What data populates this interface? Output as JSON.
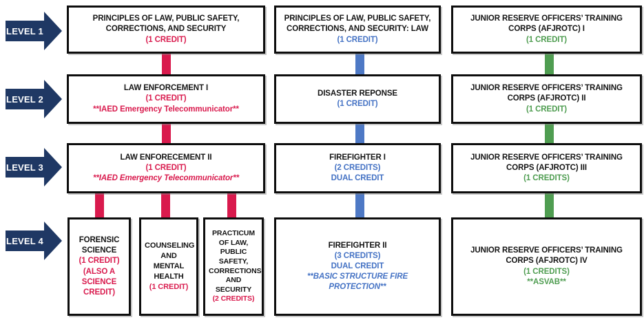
{
  "palette": {
    "background": "#FFFFFF",
    "navy": "#1F3864",
    "red": "#D91A4D",
    "blue": "#4472C4",
    "conn_blue": "#4E79C5",
    "green": "#4F9D51"
  },
  "levels": [
    "LEVEL 1",
    "LEVEL 2",
    "LEVEL 3",
    "LEVEL 4"
  ],
  "boxes": {
    "law1": {
      "title": "PRINCIPLES OF LAW, PUBLIC SAFETY, CORRECTIONS, AND SECURITY",
      "credit": "(1 CREDIT)"
    },
    "law2": {
      "title": "LAW ENFORCEMENT I",
      "credit": "(1 CREDIT)",
      "cert": "**IAED Emergency Telecommunicator**"
    },
    "law3": {
      "title": "LAW ENFORECEMENT II",
      "credit": "(1 CREDIT)",
      "cert": "**IAED Emergency Telecommunicator**"
    },
    "forensic": {
      "title": "FORENSIC SCIENCE",
      "credit": "(1 CREDIT)",
      "note": "(ALSO A SCIENCE CREDIT)"
    },
    "counseling": {
      "title": "COUNSELING AND MENTAL HEALTH",
      "credit": "(1 CREDIT)"
    },
    "practicum": {
      "title": "PRACTICUM OF LAW, PUBLIC SAFETY, CORRECTIONS, AND SECURITY",
      "credit": "(2 CREDITS)"
    },
    "safety1": {
      "title": "PRINCIPLES OF LAW, PUBLIC SAFETY, CORRECTIONS, AND SECURITY: LAW",
      "credit": "(1 CREDIT)"
    },
    "safety2": {
      "title": "DISASTER REPONSE",
      "credit": "(1 CREDIT)"
    },
    "safety3": {
      "title": "FIREFIGHTER I",
      "credit": "(2 CREDITS)",
      "note": "DUAL CREDIT"
    },
    "safety4": {
      "title": "FIREFIGHTER II",
      "credit": "(3 CREDITS)",
      "note": "DUAL CREDIT",
      "cert": "**BASIC STRUCTURE FIRE PROTECTION**"
    },
    "rotc1": {
      "title": "JUNIOR RESERVE OFFICERS’ TRAINING CORPS (AFJROTC) I",
      "credit": "(1 CREDIT)"
    },
    "rotc2": {
      "title": "JUNIOR RESERVE OFFICERS’ TRAINING CORPS (AFJROTC) II",
      "credit": "(1 CREDIT)"
    },
    "rotc3": {
      "title": "JUNIOR RESERVE OFFICERS’ TRAINING CORPS (AFJROTC) III",
      "credit": "(1 CREDITS)"
    },
    "rotc4": {
      "title": "JUNIOR RESERVE OFFICERS’ TRAINING CORPS (AFJROTC) IV",
      "credit": "(1 CREDITS)",
      "cert": "**ASVAB**"
    }
  }
}
